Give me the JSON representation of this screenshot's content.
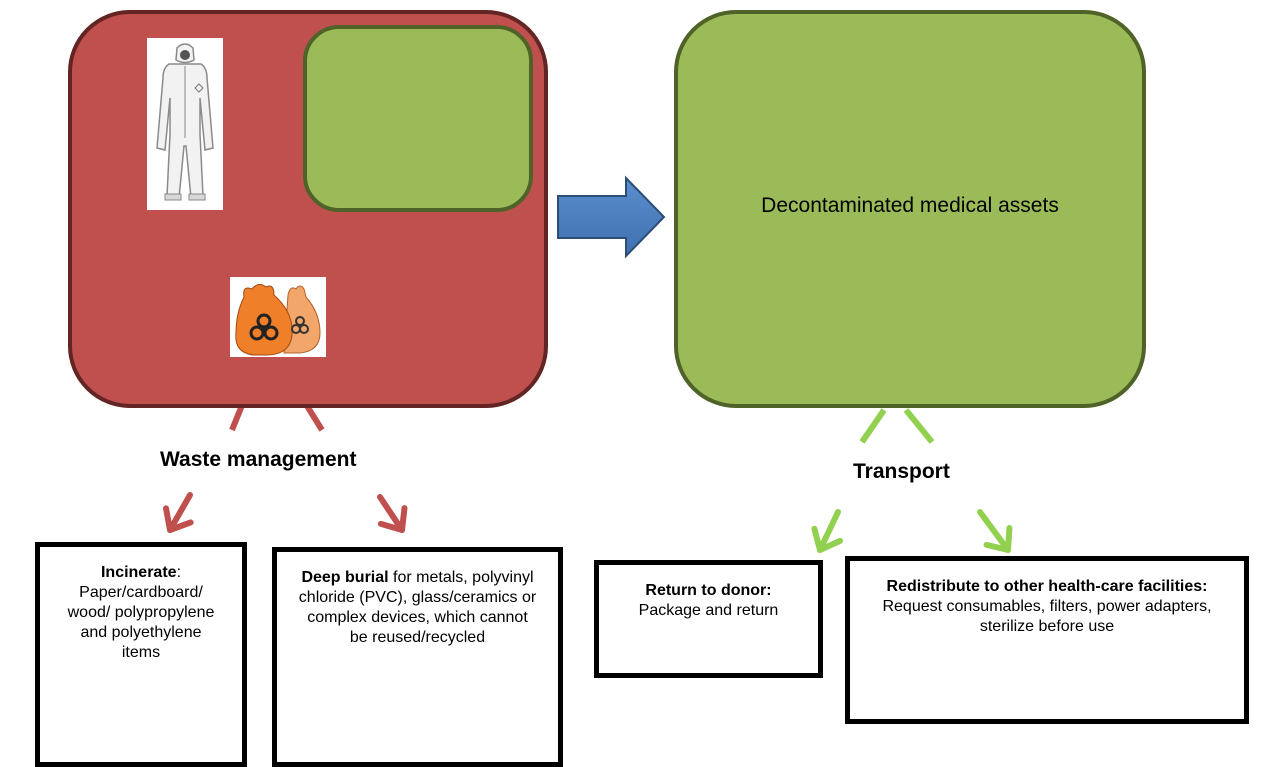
{
  "diagram": {
    "decontaminated_label": "Decontaminated medical assets",
    "waste_label": "Waste management",
    "transport_label": "Transport",
    "colors": {
      "waste_fill": "#c0504d",
      "waste_border": "#632523",
      "green_fill": "#9bbb59",
      "green_border": "#4f6228",
      "arrow_blue": "#4f81bd",
      "arrow_green": "#92d050"
    },
    "icons": [
      "protective-suit-icon",
      "biohazard-bags-icon",
      "right-arrow-icon"
    ],
    "boxes": {
      "incinerate": {
        "title": "Incinerate",
        "suffix": ":",
        "body": "Paper/cardboard/ wood/ polypropylene and polyethylene items"
      },
      "deep_burial": {
        "title": "Deep burial",
        "body": " for metals, polyvinyl chloride (PVC), glass/ceramics or complex devices, which cannot be reused/recycled"
      },
      "return_donor": {
        "title": "Return to donor:",
        "body": "Package and return"
      },
      "redistribute": {
        "title": "Redistribute to other health-care facilities:",
        "body": "Request consumables, filters, power adapters, sterilize before use"
      }
    }
  }
}
